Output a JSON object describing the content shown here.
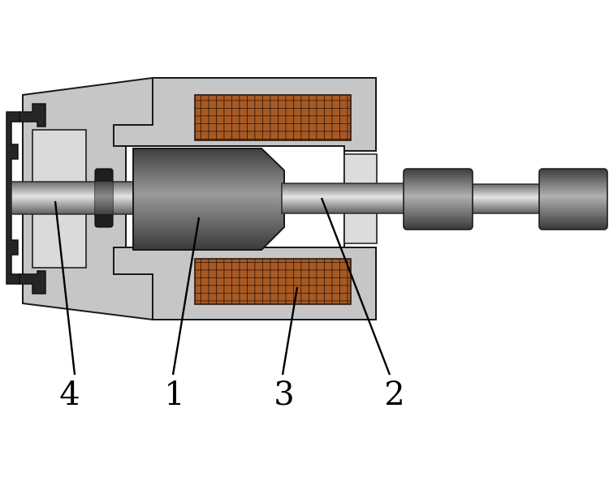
{
  "labels": {
    "label_4": "4",
    "label_1": "1",
    "label_3": "3",
    "label_2": "2"
  },
  "colors": {
    "housing": "#c6c6c6",
    "coil": "#a85a24",
    "outline": "#1a1a1a",
    "seal": "#262626"
  }
}
